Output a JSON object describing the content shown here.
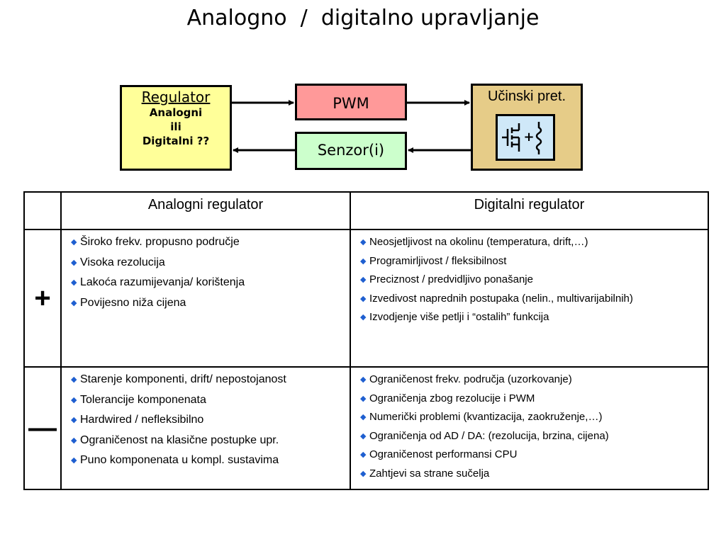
{
  "title": "Analogno  /  digitalno upravljanje",
  "diagram": {
    "regulator": {
      "title": "Regulator",
      "line1": "Analogni",
      "line2": "ili",
      "line3": "Digitalni ??"
    },
    "pwm": "PWM",
    "sensor": "Senzor(i)",
    "power_converter": "Učinski pret.",
    "colors": {
      "regulator": "#ffff99",
      "pwm": "#ff9999",
      "sensor": "#ccffcc",
      "power_converter": "#e6cc88",
      "symbol_bg": "#cfe8f8"
    }
  },
  "table": {
    "headers": [
      "",
      "Analogni regulator",
      "Digitalni regulator"
    ],
    "rows": [
      {
        "sign": "+",
        "analog": [
          "Široko frekv. propusno područje",
          "Visoka rezolucija",
          "Lakoća razumijevanja/ korištenja",
          "Povijesno niža cijena"
        ],
        "digital": [
          "Neosjetljivost na okolinu (temperatura, drift,…)",
          "Programirljivost / fleksibilnost",
          "Preciznost / predvidljivo ponašanje",
          "Izvedivost naprednih postupaka (nelin., multivarijabilnih)",
          "Izvodjenje više petlji i “ostalih” funkcija"
        ]
      },
      {
        "sign": "—",
        "analog": [
          "Starenje komponenti, drift/ nepostojanost",
          "Tolerancije komponenata",
          "Hardwired / nefleksibilno",
          "Ograničenost na klasične postupke upr.",
          "Puno komponenata u kompl. sustavima"
        ],
        "digital": [
          "Ograničenost frekv. područja (uzorkovanje)",
          "Ograničenja zbog rezolucije i PWM",
          "Numerički problemi (kvantizacija, zaokruženje,…)",
          "Ograničenja od AD / DA: (rezolucija, brzina, cijena)",
          "Ograničenost performansi CPU",
          "Zahtjevi sa strane sučelja"
        ]
      }
    ],
    "bullet_color": "#1f5fd0"
  }
}
